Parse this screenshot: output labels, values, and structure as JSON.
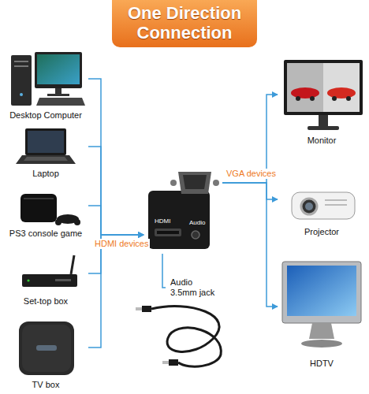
{
  "diagram": {
    "title": "One Direction Connection",
    "nodes": [
      {
        "text": [
          "Desktop Computer"
        ]
      },
      {
        "text": [
          "Laptop"
        ]
      },
      {
        "text": [
          "PS3 console game"
        ]
      },
      {
        "text": [
          "Set-top box"
        ]
      },
      {
        "text": [
          "TV box"
        ]
      },
      {
        "text": [
          "HDMI",
          "Audio"
        ]
      },
      {
        "text": [
          "Monitor"
        ]
      },
      {
        "text": [
          "Projector"
        ]
      },
      {
        "text": [
          "HDTV"
        ]
      }
    ],
    "edges": [
      {
        "from": 0,
        "to": 5,
        "arrow": "to"
      },
      {
        "from": 1,
        "to": 5,
        "arrow": "to"
      },
      {
        "from": 2,
        "to": 5,
        "arrow": "to"
      },
      {
        "from": 3,
        "to": 5,
        "arrow": "to"
      },
      {
        "from": 4,
        "to": 5,
        "arrow": "to"
      },
      {
        "from": 5,
        "to": 6,
        "arrow": "to"
      },
      {
        "from": 5,
        "to": 7,
        "arrow": "to"
      },
      {
        "from": 5,
        "to": 8,
        "arrow": "to"
      }
    ],
    "labels": [
      "HDMI devices",
      "VGA devices",
      "Audio 3.5mm jack"
    ]
  }
}
